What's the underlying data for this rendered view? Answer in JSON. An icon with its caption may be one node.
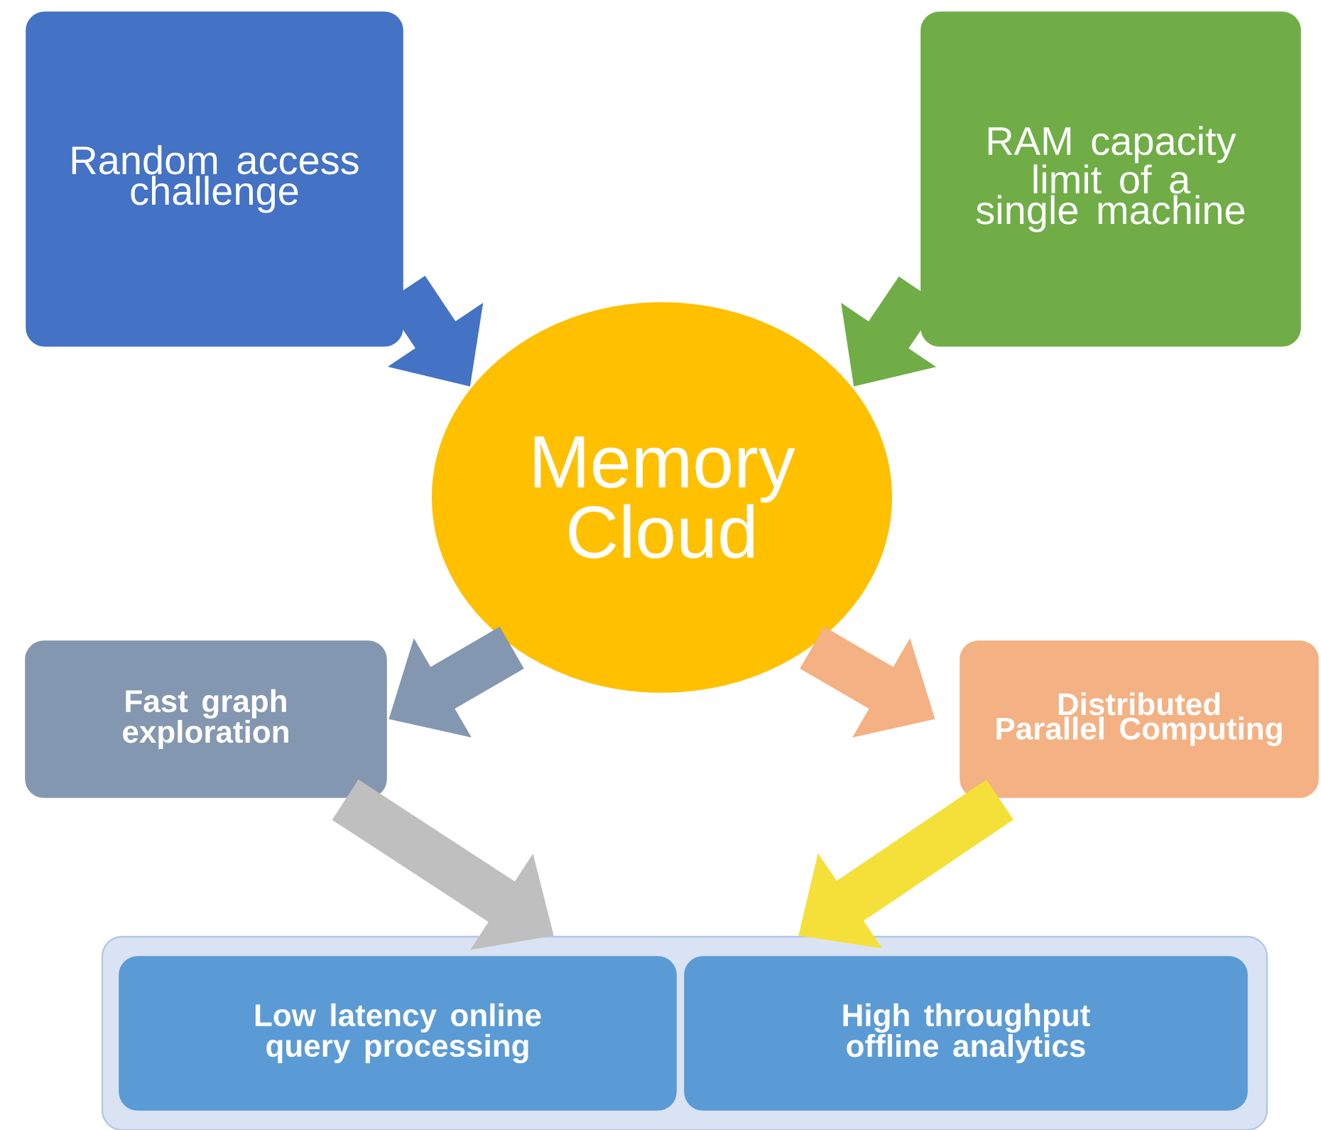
{
  "diagram": {
    "nodes": [
      {
        "text": [
          "Random access challenge"
        ]
      },
      {
        "text": [
          "RAM capacity limit of a single machine"
        ]
      },
      {
        "text": [
          "Memory Cloud"
        ]
      },
      {
        "text": [
          "Fast graph exploration"
        ]
      },
      {
        "text": [
          "Distributed Parallel Computing"
        ]
      },
      {
        "text": [],
        "shape": "box"
      },
      {
        "text": [
          "Low latency online query processing"
        ],
        "in": 5
      },
      {
        "text": [
          "High throughput offline analytics"
        ],
        "in": 5
      }
    ],
    "edges": [
      {
        "from": 0,
        "to": 2,
        "arrow": "to",
        "color": "#4472c4"
      },
      {
        "from": 1,
        "to": 2,
        "arrow": "to",
        "color": "#70ad47"
      },
      {
        "from": 2,
        "to": 3,
        "arrow": "to",
        "color": "#8497b0"
      },
      {
        "from": 2,
        "to": 4,
        "arrow": "to",
        "color": "#f4b183"
      },
      {
        "from": 3,
        "to": 5,
        "arrow": "to",
        "color": "#bfbfbf"
      },
      {
        "from": 4,
        "to": 5,
        "arrow": "to",
        "color": "#f5e03a"
      }
    ]
  }
}
